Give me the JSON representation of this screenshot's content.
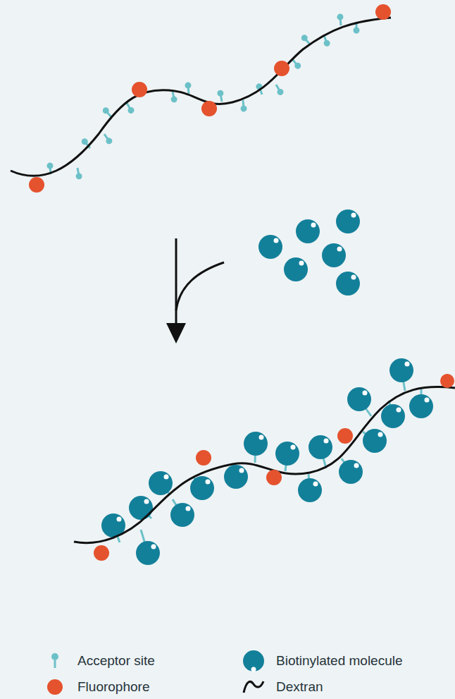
{
  "diagram": {
    "legend": [
      {
        "text": "Acceptor site"
      },
      {
        "text": "Biotinylated molecule"
      },
      {
        "text": "Fluorophore"
      },
      {
        "text": "Dextran"
      }
    ]
  }
}
